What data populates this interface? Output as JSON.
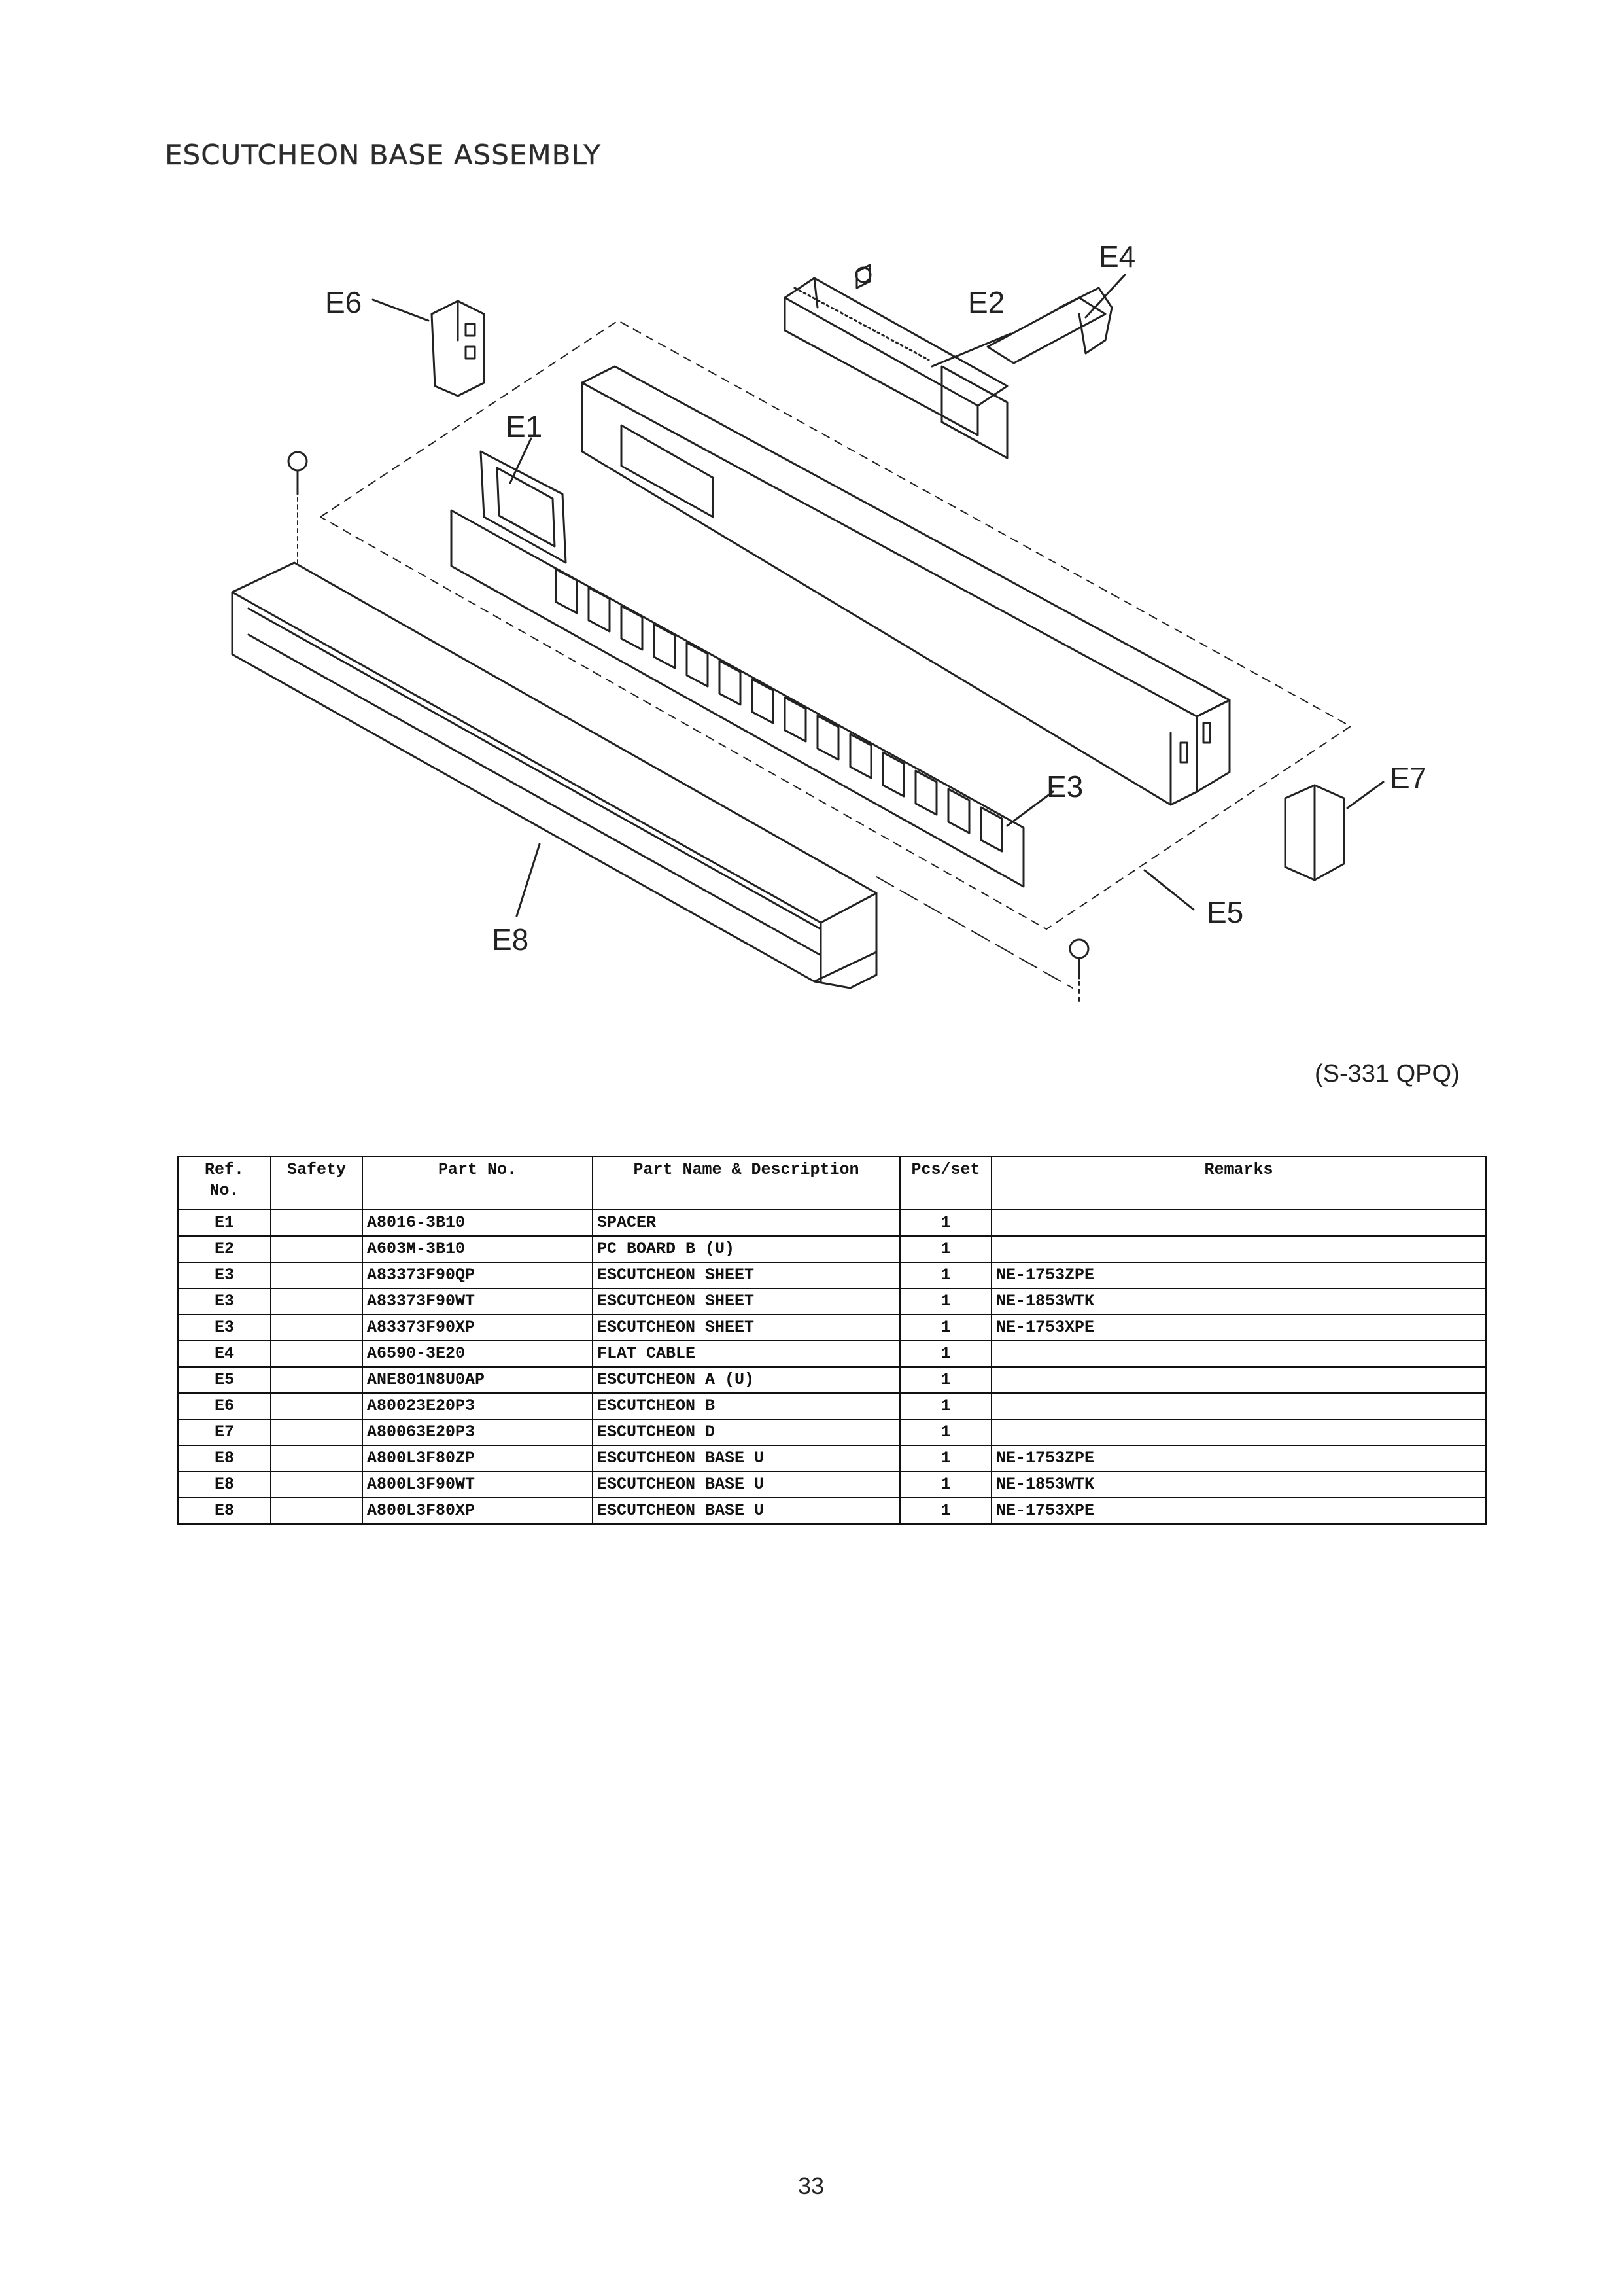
{
  "page": {
    "title": "ESCUTCHEON BASE ASSEMBLY",
    "drawing_code": "(S-331 QPQ)",
    "page_number": "33"
  },
  "diagram": {
    "labels": [
      "E1",
      "E2",
      "E3",
      "E4",
      "E5",
      "E6",
      "E7",
      "E8"
    ]
  },
  "table": {
    "headers": {
      "ref": "Ref.",
      "ref2": "No.",
      "safety": "Safety",
      "part_no": "Part No.",
      "name": "Part Name & Description",
      "pcs": "Pcs/set",
      "remarks": "Remarks"
    },
    "rows": [
      {
        "ref": "E1",
        "safety": "",
        "part_no": "A8016-3B10",
        "name": "SPACER",
        "pcs": "1",
        "remarks": ""
      },
      {
        "ref": "E2",
        "safety": "",
        "part_no": "A603M-3B10",
        "name": "PC BOARD B (U)",
        "pcs": "1",
        "remarks": ""
      },
      {
        "ref": "E3",
        "safety": "",
        "part_no": "A83373F90QP",
        "name": "ESCUTCHEON SHEET",
        "pcs": "1",
        "remarks": "NE-1753ZPE"
      },
      {
        "ref": "E3",
        "safety": "",
        "part_no": "A83373F90WT",
        "name": "ESCUTCHEON SHEET",
        "pcs": "1",
        "remarks": "NE-1853WTK"
      },
      {
        "ref": "E3",
        "safety": "",
        "part_no": "A83373F90XP",
        "name": "ESCUTCHEON SHEET",
        "pcs": "1",
        "remarks": "NE-1753XPE"
      },
      {
        "ref": "E4",
        "safety": "",
        "part_no": "A6590-3E20",
        "name": "FLAT CABLE",
        "pcs": "1",
        "remarks": ""
      },
      {
        "ref": "E5",
        "safety": "",
        "part_no": "ANE801N8U0AP",
        "name": "ESCUTCHEON A (U)",
        "pcs": "1",
        "remarks": ""
      },
      {
        "ref": "E6",
        "safety": "",
        "part_no": "A80023E20P3",
        "name": "ESCUTCHEON B",
        "pcs": "1",
        "remarks": ""
      },
      {
        "ref": "E7",
        "safety": "",
        "part_no": "A80063E20P3",
        "name": "ESCUTCHEON D",
        "pcs": "1",
        "remarks": ""
      },
      {
        "ref": "E8",
        "safety": "",
        "part_no": "A800L3F80ZP",
        "name": "ESCUTCHEON BASE U",
        "pcs": "1",
        "remarks": "NE-1753ZPE"
      },
      {
        "ref": "E8",
        "safety": "",
        "part_no": "A800L3F90WT",
        "name": "ESCUTCHEON BASE U",
        "pcs": "1",
        "remarks": "NE-1853WTK"
      },
      {
        "ref": "E8",
        "safety": "",
        "part_no": "A800L3F80XP",
        "name": "ESCUTCHEON BASE U",
        "pcs": "1",
        "remarks": "NE-1753XPE"
      }
    ]
  }
}
